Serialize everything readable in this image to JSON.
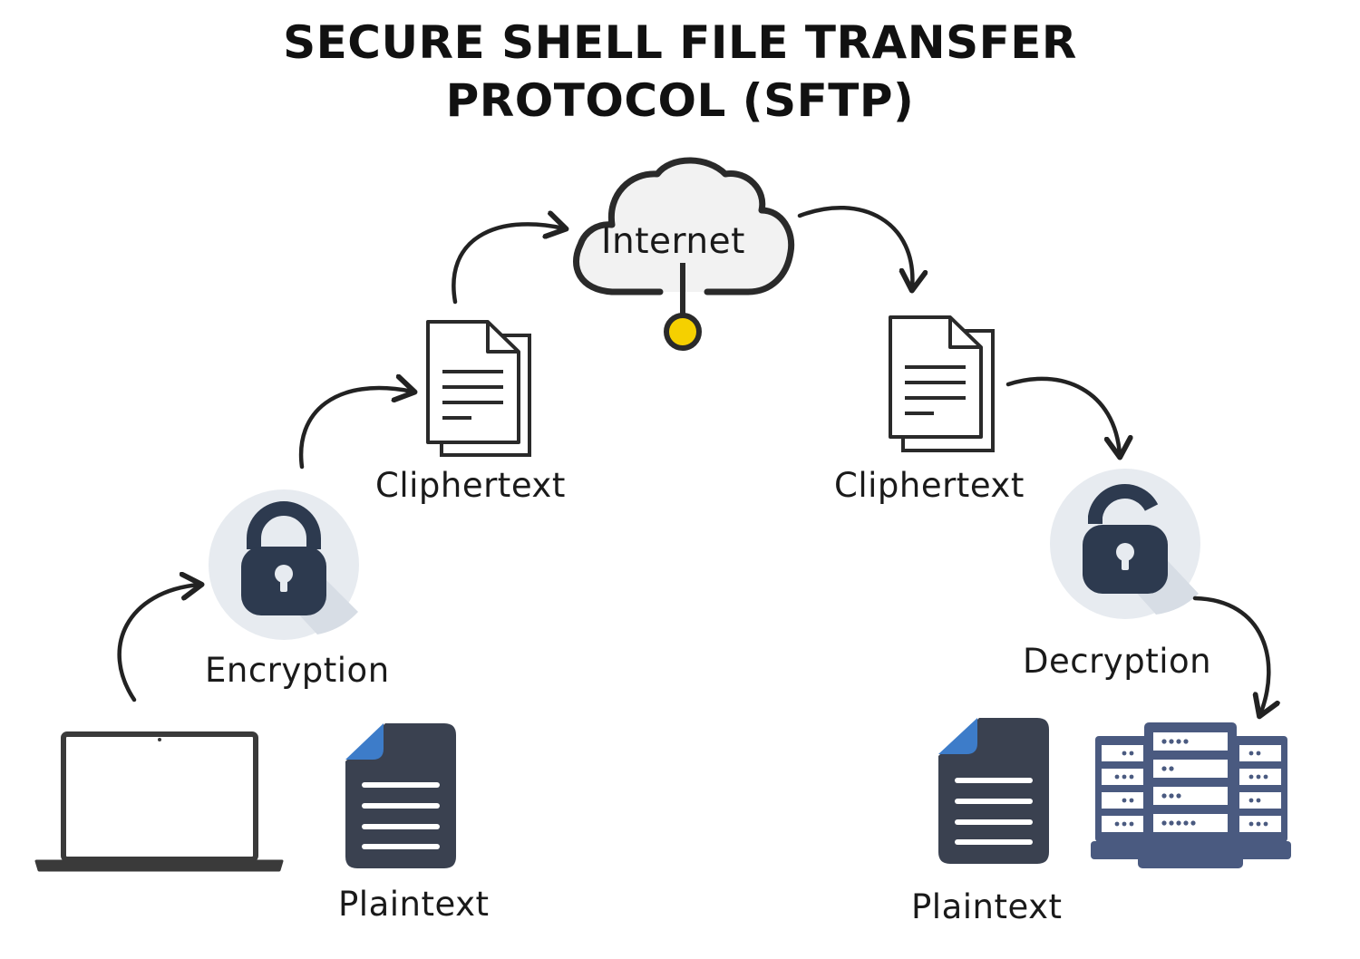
{
  "title": {
    "line1": "SECURE SHELL FILE TRANSFER",
    "line2": "PROTOCOL (SFTP)"
  },
  "nodes": {
    "internet": "Internet",
    "ciphertext_left": "Cliphertext",
    "ciphertext_right": "Cliphertext",
    "encryption": "Encryption",
    "decryption": "Decryption",
    "plaintext_left": "Plaintext",
    "plaintext_right": "Plaintext"
  },
  "colors": {
    "dark_slate": "#3a4150",
    "lock_navy": "#2d3a4f",
    "server_blue": "#4a5a80",
    "accent_blue": "#3d7cc9",
    "node_yellow": "#f5d000",
    "circle_bg": "#e7ebf0"
  },
  "icons": [
    "cloud-icon",
    "document-icon",
    "lock-icon",
    "unlock-icon",
    "laptop-icon",
    "server-icon",
    "arrow-icon"
  ]
}
